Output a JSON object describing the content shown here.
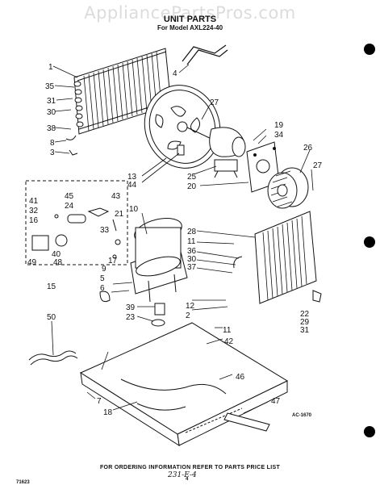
{
  "watermark": "AppliancePartsPros.com",
  "title": "UNIT PARTS",
  "subtitle": "For Model AXL224-40",
  "footer_instruction": "FOR ORDERING INFORMATION REFER TO PARTS PRICE LIST",
  "figure_code": "AC-1670",
  "doc_number": "71623",
  "page_number": "4",
  "handwritten_note": "231-E-4",
  "callouts": [
    "1",
    "35",
    "31",
    "30",
    "38",
    "8",
    "3",
    "4",
    "27",
    "13",
    "44",
    "25",
    "20",
    "19",
    "34",
    "26",
    "27",
    "41",
    "32",
    "16",
    "45",
    "24",
    "43",
    "21",
    "33",
    "17",
    "49",
    "40",
    "48",
    "15",
    "10",
    "28",
    "11",
    "36",
    "30",
    "37",
    "9",
    "5",
    "6",
    "39",
    "23",
    "12",
    "2",
    "22",
    "29",
    "31",
    "50",
    "11",
    "42",
    "46",
    "7",
    "18",
    "47"
  ]
}
